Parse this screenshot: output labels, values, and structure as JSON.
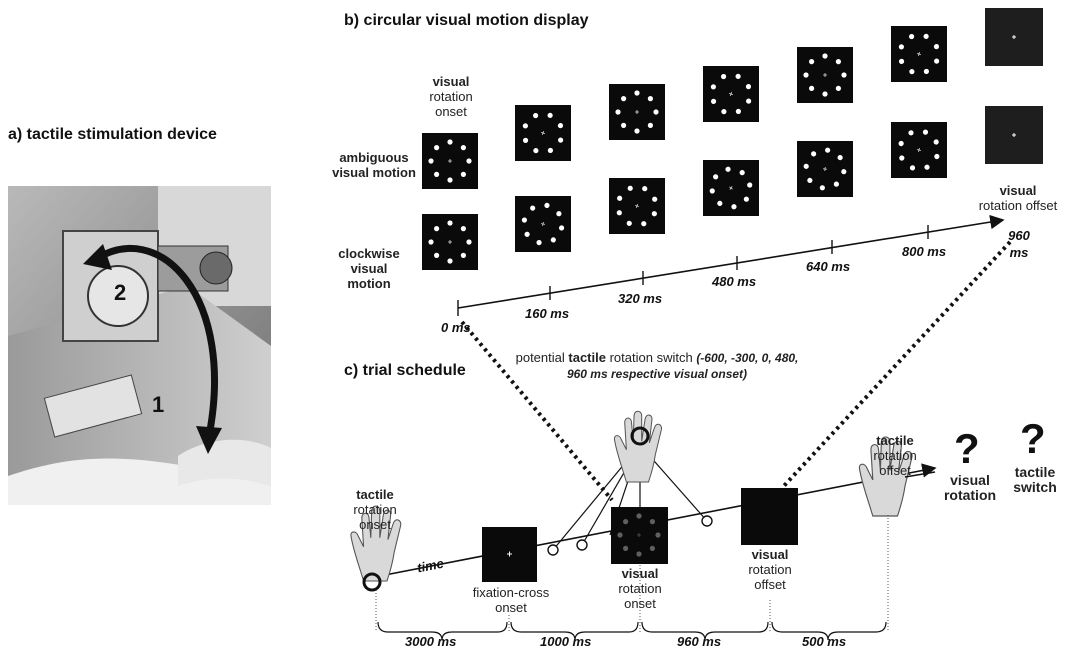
{
  "sections": {
    "a": "a) tactile stimulation device",
    "b": "b) circular visual motion display",
    "c": "c) trial schedule"
  },
  "device": {
    "arrow_1": "1",
    "arrow_2": "2"
  },
  "panel_b": {
    "onset_bold": "visual",
    "onset_rest": "rotation onset",
    "row_ambiguous": "ambiguous visual motion",
    "row_clockwise": "clockwise visual motion",
    "offset_bold": "visual",
    "offset_rest": "rotation offset",
    "times": [
      "0 ms",
      "160 ms",
      "320 ms",
      "480 ms",
      "640 ms",
      "800 ms",
      "960 ms"
    ]
  },
  "panel_c": {
    "switch_pre": "potential",
    "switch_bold": "tactile",
    "switch_post": "rotation switch",
    "switch_times": "(-600, -300, 0, 480, 960 ms respective visual onset)",
    "tactile_onset_bold": "tactile",
    "tactile_onset_rest": "rotation onset",
    "time_label": "time",
    "fixation": "fixation-cross onset",
    "visual_onset_bold": "visual",
    "visual_onset_rest": "rotation onset",
    "visual_offset_bold": "visual",
    "visual_offset_rest": "rotation offset",
    "tactile_offset_bold": "tactile",
    "tactile_offset_rest": "rotation offset",
    "q_mark": "?",
    "q_visual": "visual rotation",
    "q_tactile": "tactile switch",
    "durations": [
      "3000 ms",
      "1000 ms",
      "960 ms",
      "500 ms"
    ]
  }
}
